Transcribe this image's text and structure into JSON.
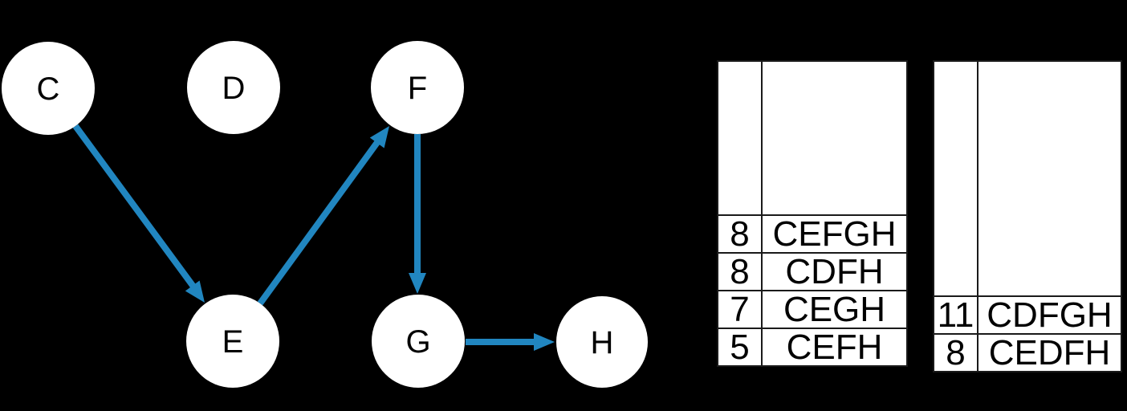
{
  "colors": {
    "background": "#000000",
    "node_fill": "#ffffff",
    "node_text": "#000000",
    "arrow": "#2186C0",
    "highlight_text": "#2D9BD5",
    "table_background": "#ffffff",
    "table_border": "#1a1a1a",
    "table_text": "#000000"
  },
  "graph": {
    "nodes": [
      {
        "id": "C",
        "label": "C"
      },
      {
        "id": "D",
        "label": "D"
      },
      {
        "id": "F",
        "label": "F"
      },
      {
        "id": "E",
        "label": "E"
      },
      {
        "id": "G",
        "label": "G"
      },
      {
        "id": "H",
        "label": "H"
      }
    ],
    "edges": [
      {
        "from": "C",
        "to": "E"
      },
      {
        "from": "E",
        "to": "F"
      },
      {
        "from": "F",
        "to": "G"
      },
      {
        "from": "G",
        "to": "H"
      }
    ]
  },
  "tables": [
    {
      "position": "left",
      "rows": [
        {
          "value": "8",
          "path": "CEFGH",
          "highlighted": true
        },
        {
          "value": "8",
          "path": "CDFH",
          "highlighted": false
        },
        {
          "value": "7",
          "path": "CEGH",
          "highlighted": false
        },
        {
          "value": "5",
          "path": "CEFH",
          "highlighted": false
        }
      ]
    },
    {
      "position": "right",
      "rows": [
        {
          "value": "11",
          "path": "CDFGH",
          "highlighted": false
        },
        {
          "value": "8",
          "path": "CEDFH",
          "highlighted": false
        }
      ]
    }
  ]
}
